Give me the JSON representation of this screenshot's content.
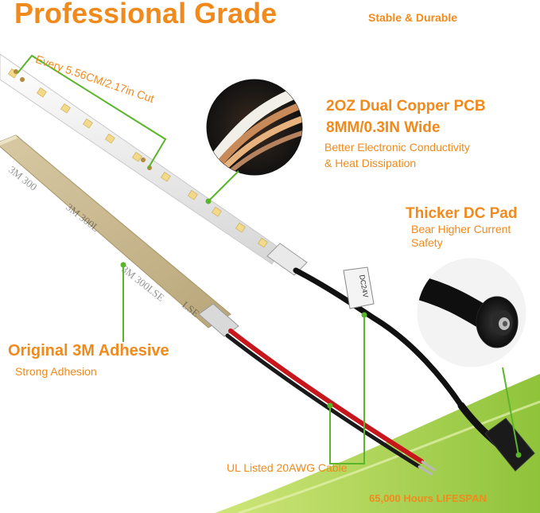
{
  "header": {
    "title": "Professional Grade",
    "subtitle": "Stable & Durable"
  },
  "cut_callout": {
    "text": "Every 5.56CM/2.17in Cut"
  },
  "pcb_callout": {
    "title_line1": "2OZ Dual Copper PCB",
    "title_line2": "8MM/0.3IN Wide",
    "desc_line1": "Better Electronic Conductivity",
    "desc_line2": "& Heat Dissipation"
  },
  "dc_callout": {
    "title": "Thicker DC Pad",
    "desc_line1": "Bear Higher Current",
    "desc_line2": "Safety"
  },
  "adhesive_callout": {
    "title": "Original 3M Adhesive",
    "desc": "Strong Adhesion"
  },
  "cable_callout": {
    "text": "UL Listed 20AWG Cable"
  },
  "footer": {
    "lifespan": "65,000 Hours LIFESPAN"
  },
  "product_markings": {
    "tape_print": "3M 300LSE",
    "tag_print": "DC24V"
  },
  "colors": {
    "accent_orange": "#f08a1c",
    "callout_green": "#5ab52a",
    "footer_green": "#a6d13a"
  }
}
